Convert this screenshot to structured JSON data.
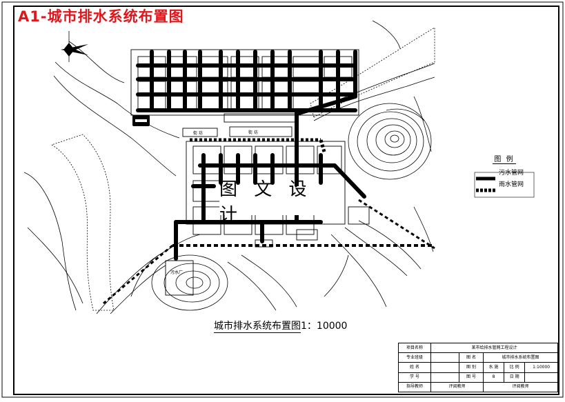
{
  "banner": {
    "text": "A1-城市排水系统布置图",
    "color": "#e0161b"
  },
  "watermark": {
    "text": "图 文 设 计"
  },
  "drawing": {
    "title": "城市排水系统布置图",
    "scale": "1：10000",
    "labels": {
      "plant": "污水厂",
      "block_a": "街 坊",
      "block_b": "街 坊"
    }
  },
  "legend": {
    "title": "图 例",
    "items": [
      {
        "label": "污水管网",
        "style": "solid"
      },
      {
        "label": "雨水管网",
        "style": "dotted"
      }
    ]
  },
  "title_block": {
    "project_name_label": "项目名称",
    "project_name": "某市给排水管网工程设计",
    "major_label": "专业班级",
    "drawing_name_label": "图    名",
    "drawing_name": "城市排水系统布置图",
    "name_label": "姓    名",
    "category_label": "图    别",
    "category": "水    施",
    "scale_label": "比    例",
    "scale": "1:10000",
    "student_no_label": "学    号",
    "drawing_no_label": "图    号",
    "drawing_no": "8",
    "date_label": "日    期",
    "advisor_label": "指导教师",
    "advisor_value": "评阅教师",
    "reviewer_value": "评阅教师"
  },
  "colors": {
    "line": "#000000",
    "accent": "#e0161b"
  }
}
